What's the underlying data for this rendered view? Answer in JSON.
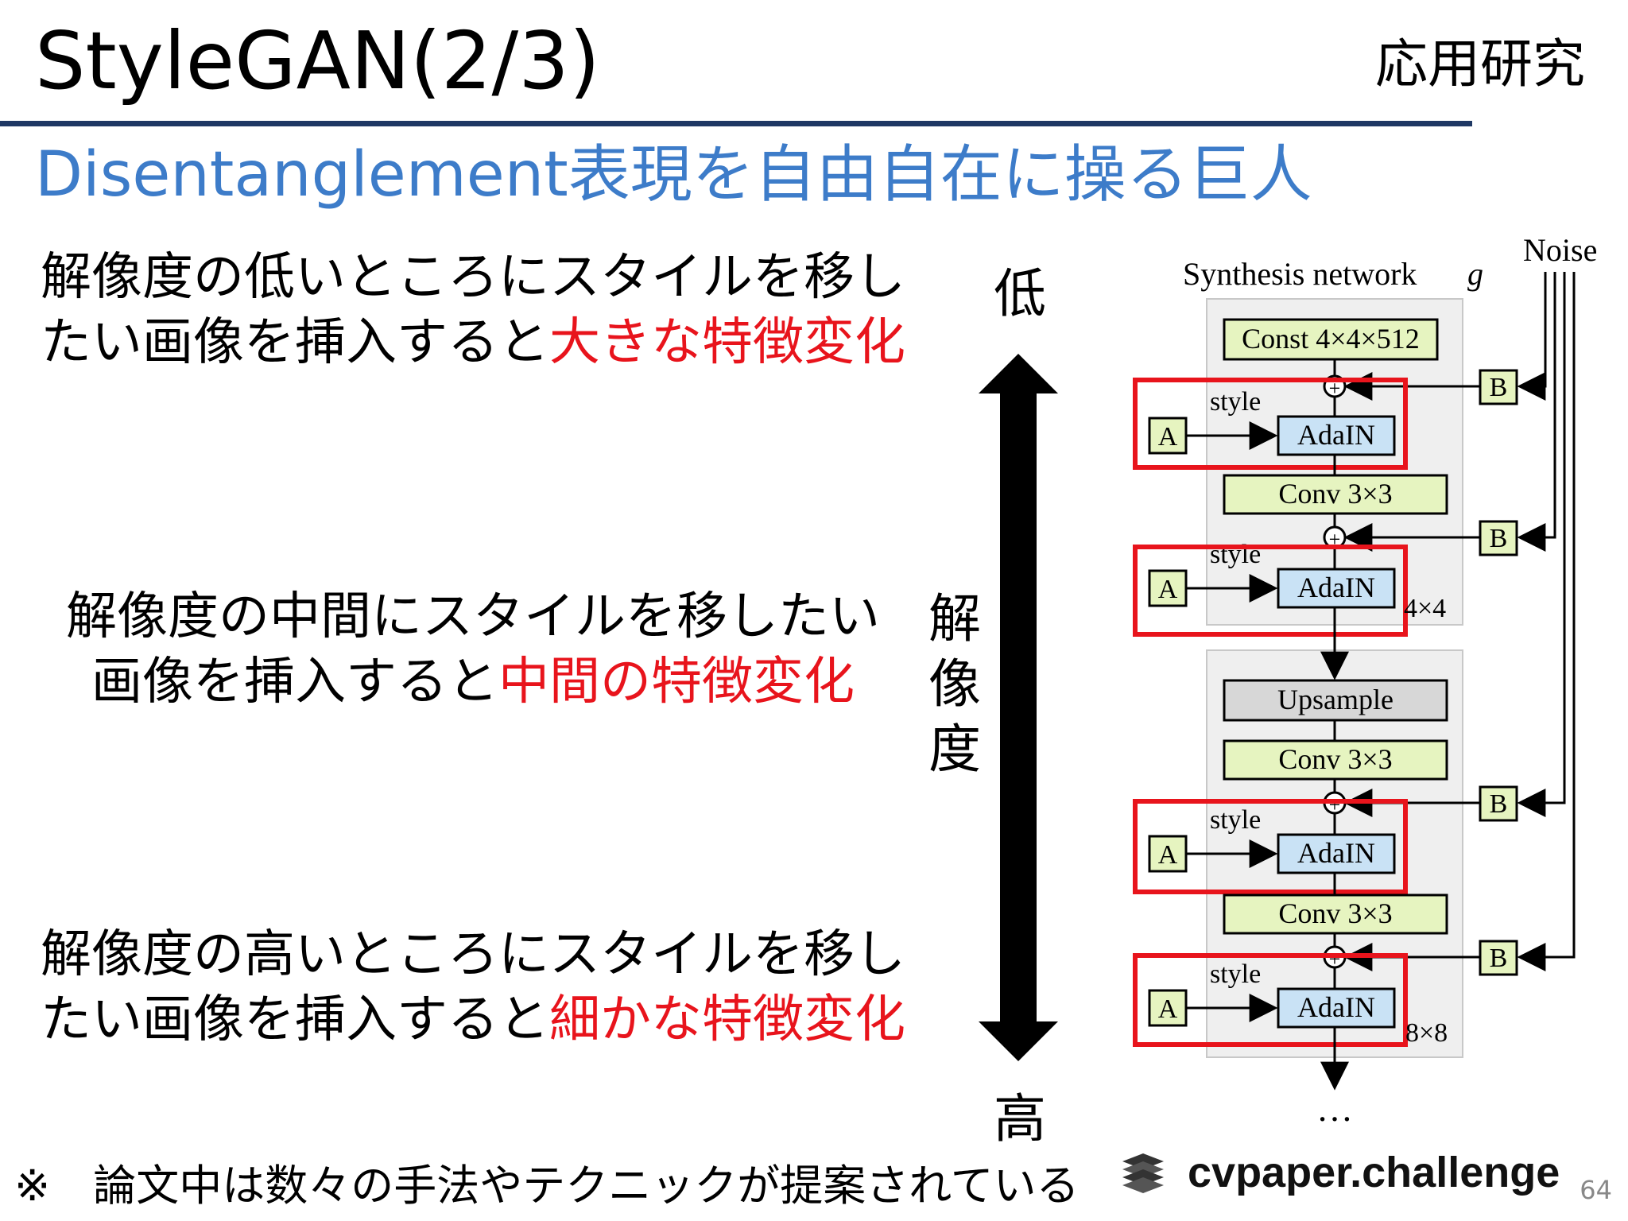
{
  "header": {
    "title": "StyleGAN(2/3)",
    "category": "応用研究"
  },
  "subtitle": "Disentanglement表現を自由自在に操る巨人",
  "blocks": [
    {
      "line1": "解像度の低いところにスタイルを移し",
      "line2_plain": "たい画像を挿入すると",
      "line2_highlight": "大きな特徴変化"
    },
    {
      "line1": "解像度の中間にスタイルを移したい",
      "line2_plain": "画像を挿入すると",
      "line2_highlight": "中間の特徴変化"
    },
    {
      "line1": "解像度の高いところにスタイルを移し",
      "line2_plain": "たい画像を挿入すると",
      "line2_highlight": "細かな特徴変化"
    }
  ],
  "scale": {
    "low": "低",
    "high": "高",
    "axis": [
      "解",
      "像",
      "度"
    ]
  },
  "diagram": {
    "title": "Synthesis network",
    "title_var": "g",
    "noise": "Noise",
    "const": "Const 4×4×512",
    "style": "style",
    "a": "A",
    "b": "B",
    "adain": "AdaIN",
    "conv": "Conv 3×3",
    "upsample": "Upsample",
    "plus": "+",
    "res4": "4×4",
    "res8": "8×8",
    "ellipsis": "…"
  },
  "footnote": "※　論文中は数々の手法やテクニックが提案されている",
  "logo": {
    "name": "cvpaper.challenge",
    "icon": "stacked-layers-icon"
  },
  "page_number": "64",
  "colors": {
    "title_rule": "#1f3864",
    "subtitle": "#3d7cc9",
    "highlight": "#e8141c",
    "box_green": "#e6f4c0",
    "box_blue": "#c9e2f5",
    "box_gray": "#d7d7d7",
    "diagram_bg": "#efefef"
  }
}
